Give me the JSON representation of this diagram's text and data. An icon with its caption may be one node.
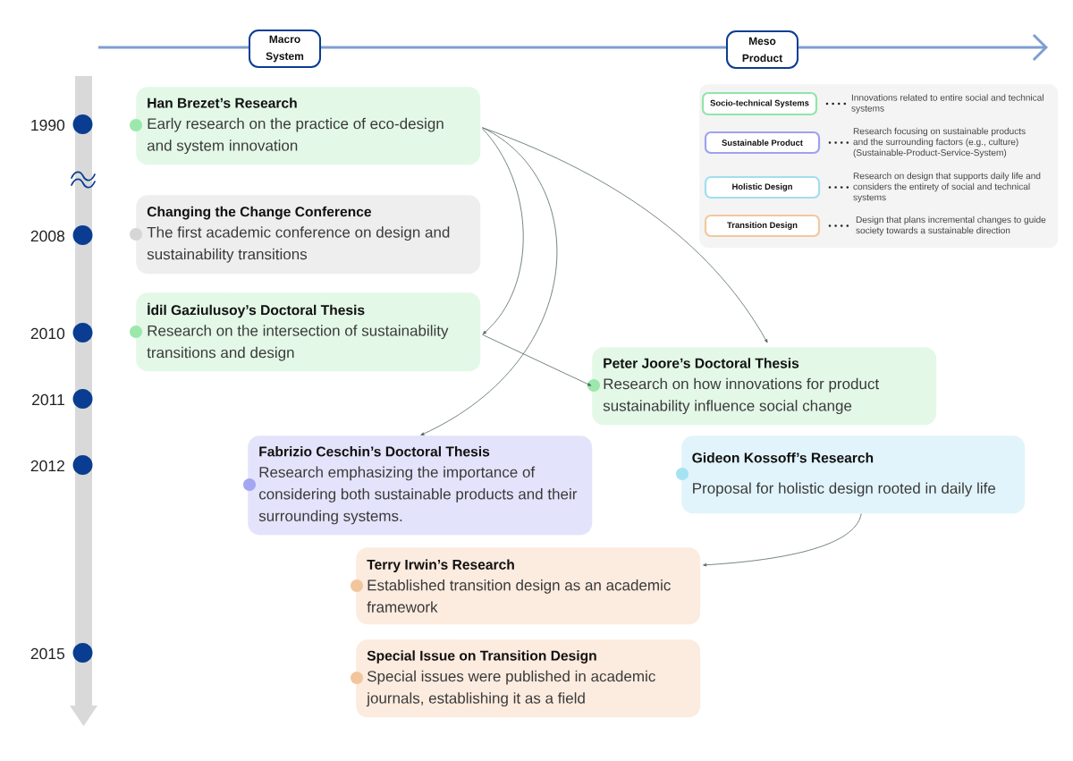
{
  "diagram": {
    "nodes": [
      {
        "text": [
          "Macro System"
        ]
      },
      {
        "text": [
          "Meso Product"
        ]
      },
      {
        "text": [
          "Han Brezet’s Research",
          "Early research on the practice of eco-design and system innovation"
        ]
      },
      {
        "text": [],
        "shape": "box"
      },
      {
        "text": [
          "Socio-technical Systems"
        ],
        "in": 3
      },
      {
        "text": [
          "Innovations related to entire social and technical systems"
        ],
        "in": 3
      },
      {
        "text": [
          "Sustainable Product"
        ],
        "in": 3
      },
      {
        "text": [
          "Research focusing on sustainable products and the surrounding factors (e.g., culture) (Sustainable-Product-Service-System)"
        ],
        "in": 3
      },
      {
        "text": [
          "Holistic Design"
        ],
        "in": 3
      },
      {
        "text": [
          "Research on design that supports daily life and considers the entirety of social and technical systems"
        ],
        "in": 3
      },
      {
        "text": [
          "Transition Design"
        ],
        "in": 3
      },
      {
        "text": [
          "Design that plans incremental changes to guide society towards a sustainable direction"
        ],
        "in": 3
      },
      {
        "text": [
          "Changing the Change Conference",
          "The first academic conference on design and sustainability transitions"
        ]
      },
      {
        "text": [
          "İdil Gaziulusoy’s Doctoral Thesis",
          "Research on the intersection of sustainability transitions and design"
        ]
      },
      {
        "text": [
          "Peter Joore’s Doctoral Thesis",
          "Research on how innovations for product sustainability influence social change"
        ]
      },
      {
        "text": [
          "Fabrizio Ceschin’s Doctoral Thesis",
          "Research emphasizing the importance of considering both sustainable products and their surrounding systems."
        ]
      },
      {
        "text": [
          "Gideon Kossoff’s Research",
          "Proposal for holistic design rooted in daily life"
        ]
      },
      {
        "text": [
          "Terry Irwin’s Research",
          "Established transition design as an academic framework"
        ]
      },
      {
        "text": [
          "Special Issue on Transition Design",
          "Special issues were published in academic journals, establishing it as a field"
        ]
      }
    ],
    "edges": [
      {
        "from": 2,
        "to": 13,
        "arrow": "to"
      },
      {
        "from": 2,
        "to": 15,
        "arrow": "to"
      },
      {
        "from": 2,
        "to": 14,
        "arrow": "to"
      },
      {
        "from": 13,
        "to": 14,
        "arrow": "to"
      },
      {
        "from": 16,
        "to": 17,
        "arrow": "to"
      },
      {
        "from": 4,
        "to": 5,
        "arrow": "none",
        "style": "dashed",
        "color": "#222222"
      },
      {
        "from": 6,
        "to": 7,
        "arrow": "none",
        "style": "dashed",
        "color": "#222222"
      },
      {
        "from": 8,
        "to": 9,
        "arrow": "none",
        "style": "dashed",
        "color": "#222222"
      },
      {
        "from": 10,
        "to": 11,
        "arrow": "none",
        "style": "dashed",
        "color": "#222222"
      }
    ],
    "labels": [
      "1990",
      "2008",
      "2010",
      "2011",
      "2012",
      "2015"
    ]
  }
}
